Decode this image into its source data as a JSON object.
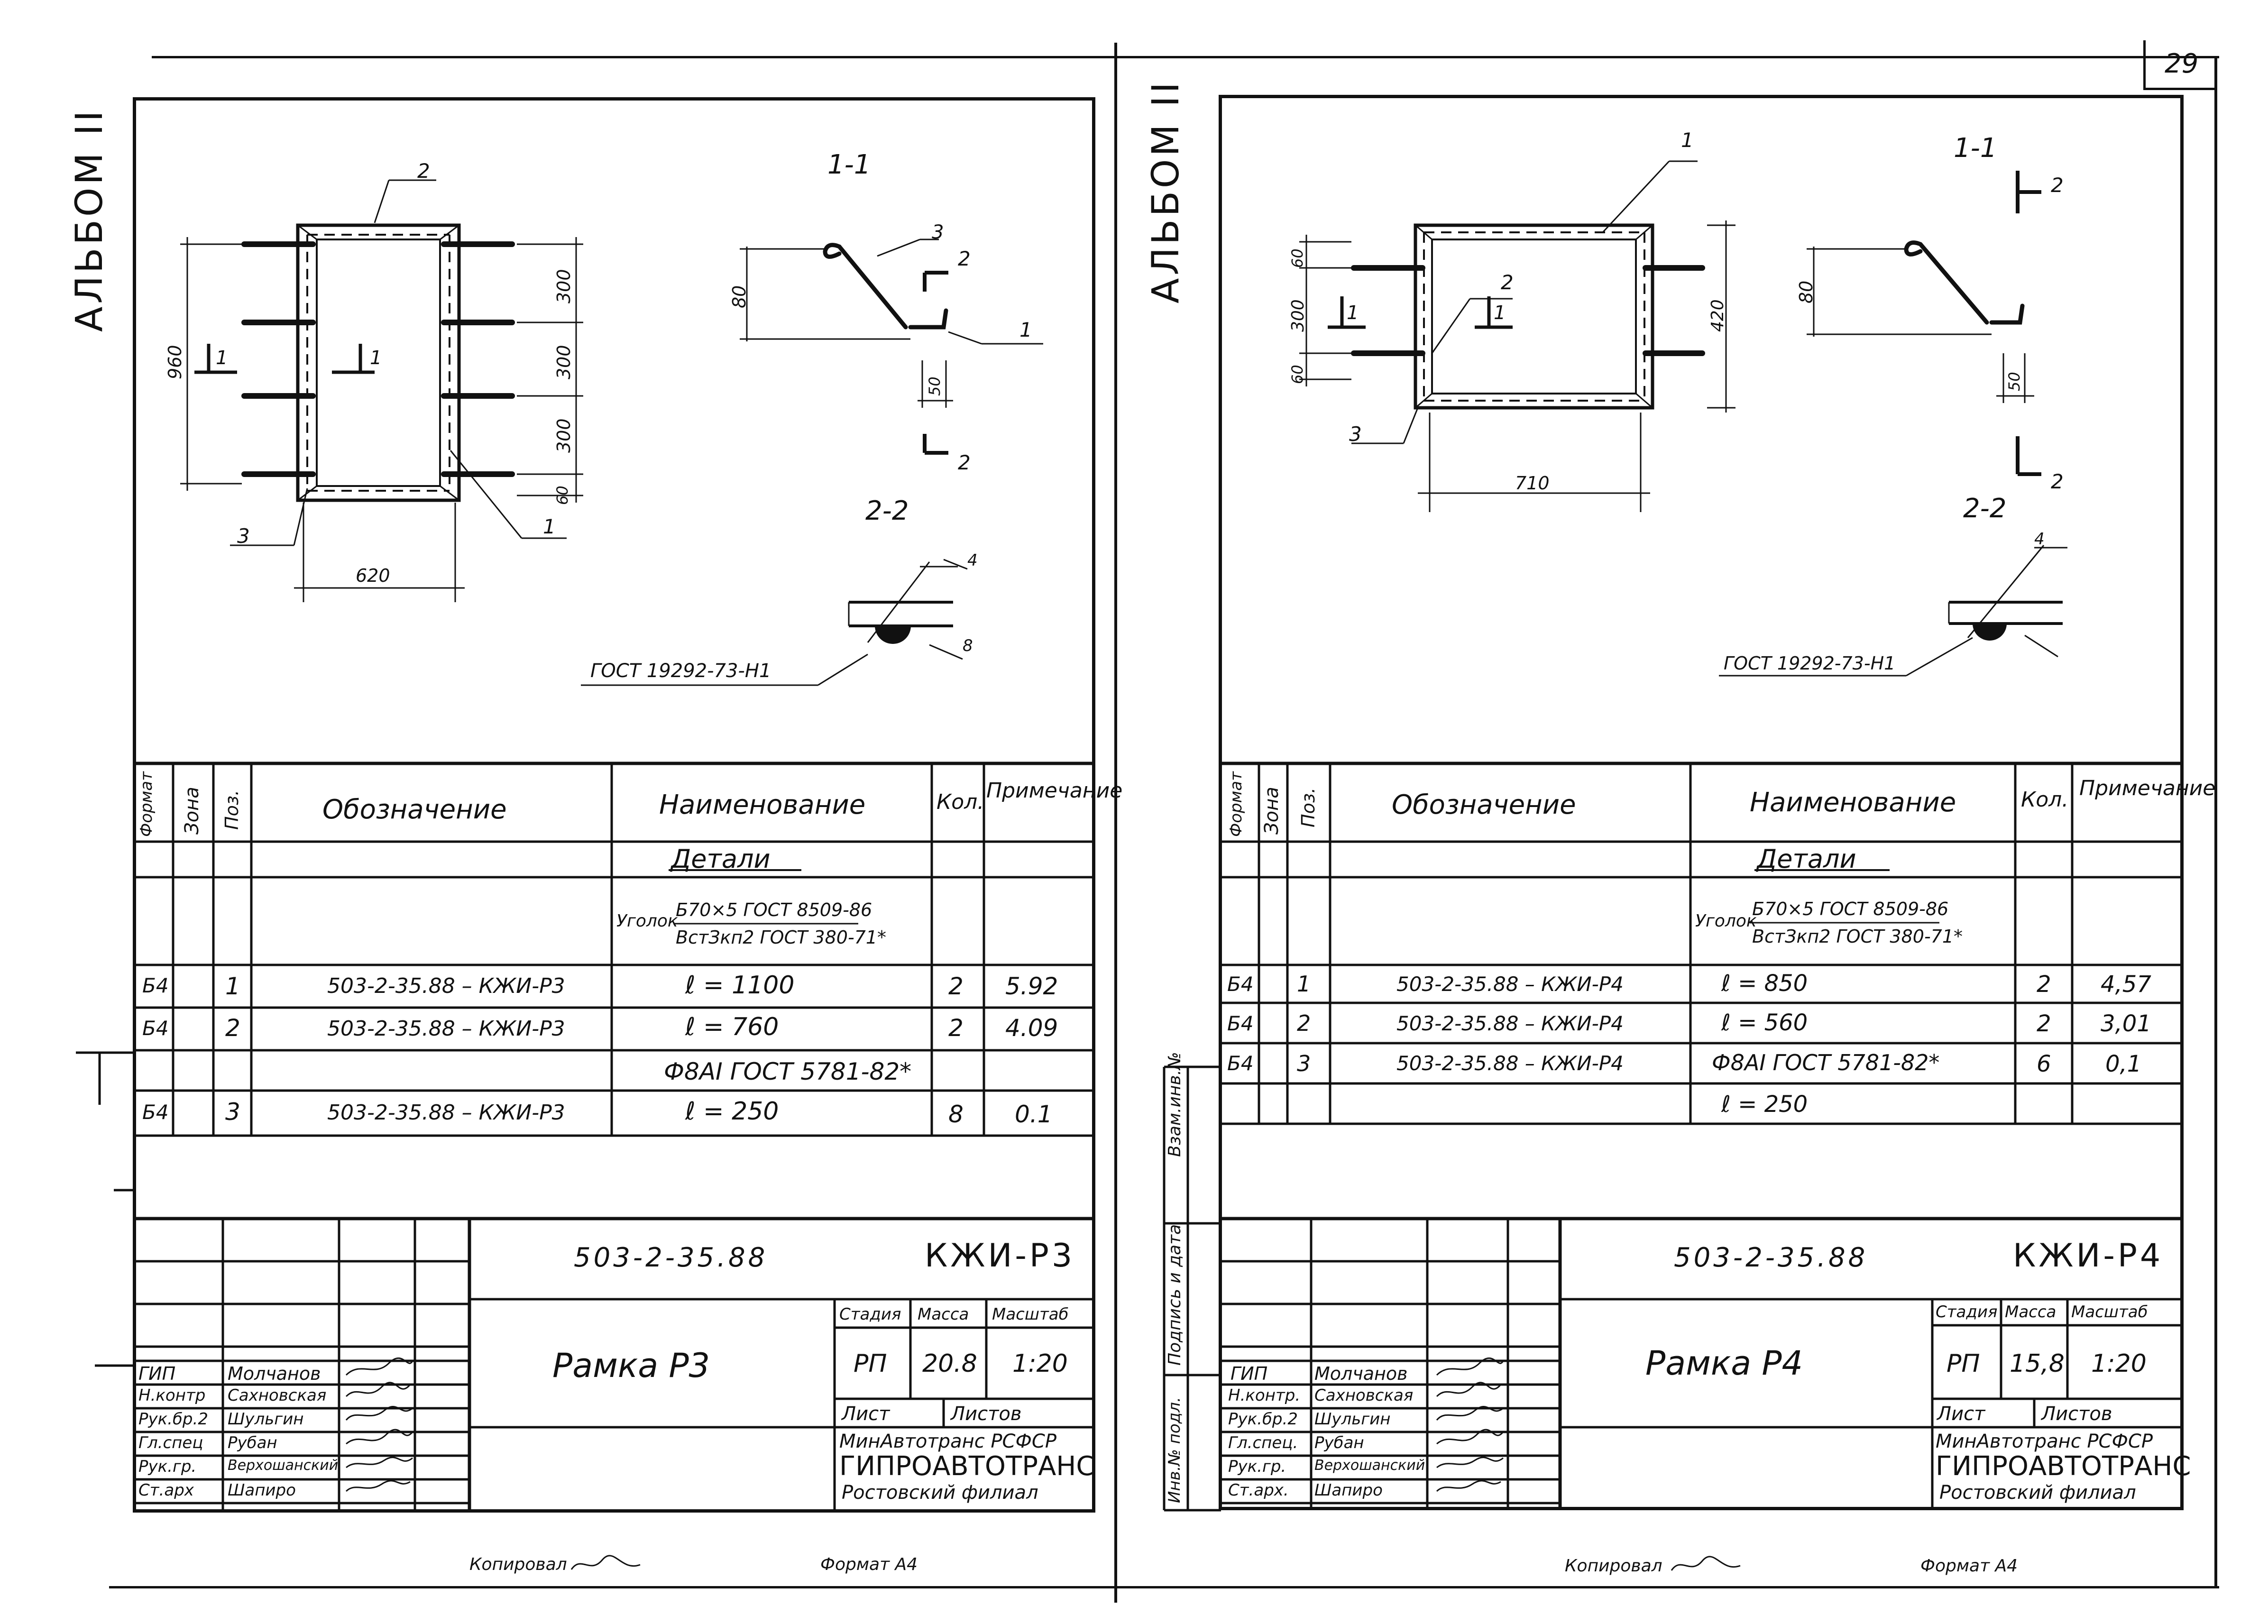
{
  "page_number": "29",
  "left_sheet": {
    "album_label": "АЛЬБОМ II",
    "section_1_title": "1-1",
    "section_2_title": "2-2",
    "dims": {
      "height": "960",
      "seg1": "300",
      "seg2": "300",
      "seg3": "300",
      "seg4": "60",
      "width": "620",
      "leg": "80",
      "angle": "50",
      "weld_top": "4",
      "weld_bot": "8"
    },
    "callouts": {
      "c1": "1",
      "c2": "2",
      "c3": "3",
      "sec_mark": "1",
      "sec2_mark": "2"
    },
    "weld_note": "ГОСТ 19292-73-Н1",
    "spec_headers": {
      "format": "Формат",
      "zone": "Зона",
      "pos": "Поз.",
      "designation": "Обозначение",
      "name": "Наименование",
      "qty": "Кол.",
      "note": "Примечание"
    },
    "group_title": "Детали",
    "angle_prefix": "Уголок",
    "angle_num": "Б70×5 ГОСТ 8509-86",
    "angle_den": "ВстЗкп2 ГОСТ 380-71*",
    "rows": [
      {
        "format": "Б4",
        "pos": "1",
        "designation": "503-2-35.88 – КЖИ-Р3",
        "name": "ℓ = 1100",
        "qty": "2",
        "note": "5.92"
      },
      {
        "format": "Б4",
        "pos": "2",
        "designation": "503-2-35.88 – КЖИ-Р3",
        "name": "ℓ = 760",
        "qty": "2",
        "note": "4.09"
      },
      {
        "format": "",
        "pos": "",
        "designation": "",
        "name": "Ф8АI ГОСТ 5781-82*",
        "qty": "",
        "note": ""
      },
      {
        "format": "Б4",
        "pos": "3",
        "designation": "503-2-35.88 – КЖИ-Р3",
        "name": "ℓ = 250",
        "qty": "8",
        "note": "0.1"
      }
    ],
    "doc_code": "503-2-35.88",
    "doc_mark": "КЖИ-Р3",
    "title": "Рамка Р3",
    "stage_label": "Стадия",
    "mass_label": "Масса",
    "scale_label": "Масштаб",
    "stage": "РП",
    "mass": "20.8",
    "scale": "1:20",
    "sheet_label": "Лист",
    "sheets_label": "Листов",
    "org1": "МинАвтотранс РСФСР",
    "org2": "ГИПРОАВТОТРАНС",
    "org3": "Ростовский филиал",
    "staff": [
      {
        "role": "ГИП",
        "name": "Молчанов"
      },
      {
        "role": "Н.контр",
        "name": "Сахновская"
      },
      {
        "role": "Рук.бр.2",
        "name": "Шульгин"
      },
      {
        "role": "Гл.спец",
        "name": "Рубан"
      },
      {
        "role": "Рук.гр.",
        "name": "Верхошанский"
      },
      {
        "role": "Ст.арх",
        "name": "Шапиро"
      }
    ],
    "copied": "Копировал",
    "format_note": "Формат А4"
  },
  "right_sheet": {
    "album_label": "АЛЬБОМ II",
    "section_1_title": "1-1",
    "section_2_title": "2-2",
    "dims": {
      "height": "420",
      "seg_top": "60",
      "seg_mid": "300",
      "seg_bot": "60",
      "width": "710",
      "leg": "80",
      "angle": "50"
    },
    "callouts": {
      "c1": "1",
      "c2": "2",
      "c3": "3",
      "sec_mark": "1",
      "sec2_mark": "2",
      "weld_top": "4"
    },
    "weld_note": "ГОСТ 19292-73-Н1",
    "spec_headers": {
      "format": "Формат",
      "zone": "Зона",
      "pos": "Поз.",
      "designation": "Обозначение",
      "name": "Наименование",
      "qty": "Кол.",
      "note": "Примечание"
    },
    "group_title": "Детали",
    "angle_prefix": "Уголок",
    "angle_num": "Б70×5 ГОСТ 8509-86",
    "angle_den": "ВстЗкп2 ГОСТ 380-71*",
    "rows": [
      {
        "format": "Б4",
        "pos": "1",
        "designation": "503-2-35.88 – КЖИ-Р4",
        "name": "ℓ = 850",
        "qty": "2",
        "note": "4,57"
      },
      {
        "format": "Б4",
        "pos": "2",
        "designation": "503-2-35.88 – КЖИ-Р4",
        "name": "ℓ = 560",
        "qty": "2",
        "note": "3,01"
      },
      {
        "format": "Б4",
        "pos": "3",
        "designation": "503-2-35.88 – КЖИ-Р4",
        "name": "Ф8АI ГОСТ 5781-82*",
        "qty": "6",
        "note": "0,1"
      },
      {
        "format": "",
        "pos": "",
        "designation": "",
        "name": "ℓ = 250",
        "qty": "",
        "note": ""
      }
    ],
    "doc_code": "503-2-35.88",
    "doc_mark": "КЖИ-Р4",
    "title": "Рамка Р4",
    "stage_label": "Стадия",
    "mass_label": "Масса",
    "scale_label": "Масштаб",
    "stage": "РП",
    "mass": "15,8",
    "scale": "1:20",
    "sheet_label": "Лист",
    "sheets_label": "Листов",
    "org1": "МинАвтотранс РСФСР",
    "org2": "ГИПРОАВТОТРАНС",
    "org3": "Ростовский филиал",
    "staff": [
      {
        "role": "ГИП",
        "name": "Молчанов"
      },
      {
        "role": "Н.контр.",
        "name": "Сахновская"
      },
      {
        "role": "Рук.бр.2",
        "name": "Шульгин"
      },
      {
        "role": "Гл.спец.",
        "name": "Рубан"
      },
      {
        "role": "Рук.гр.",
        "name": "Верхошанский"
      },
      {
        "role": "Ст.арх.",
        "name": "Шапиро"
      }
    ],
    "side_stamp": [
      "Взам.инв.№",
      "Подпись и дата",
      "Инв.№ подл."
    ],
    "copied": "Копировал",
    "format_note": "Формат А4"
  }
}
